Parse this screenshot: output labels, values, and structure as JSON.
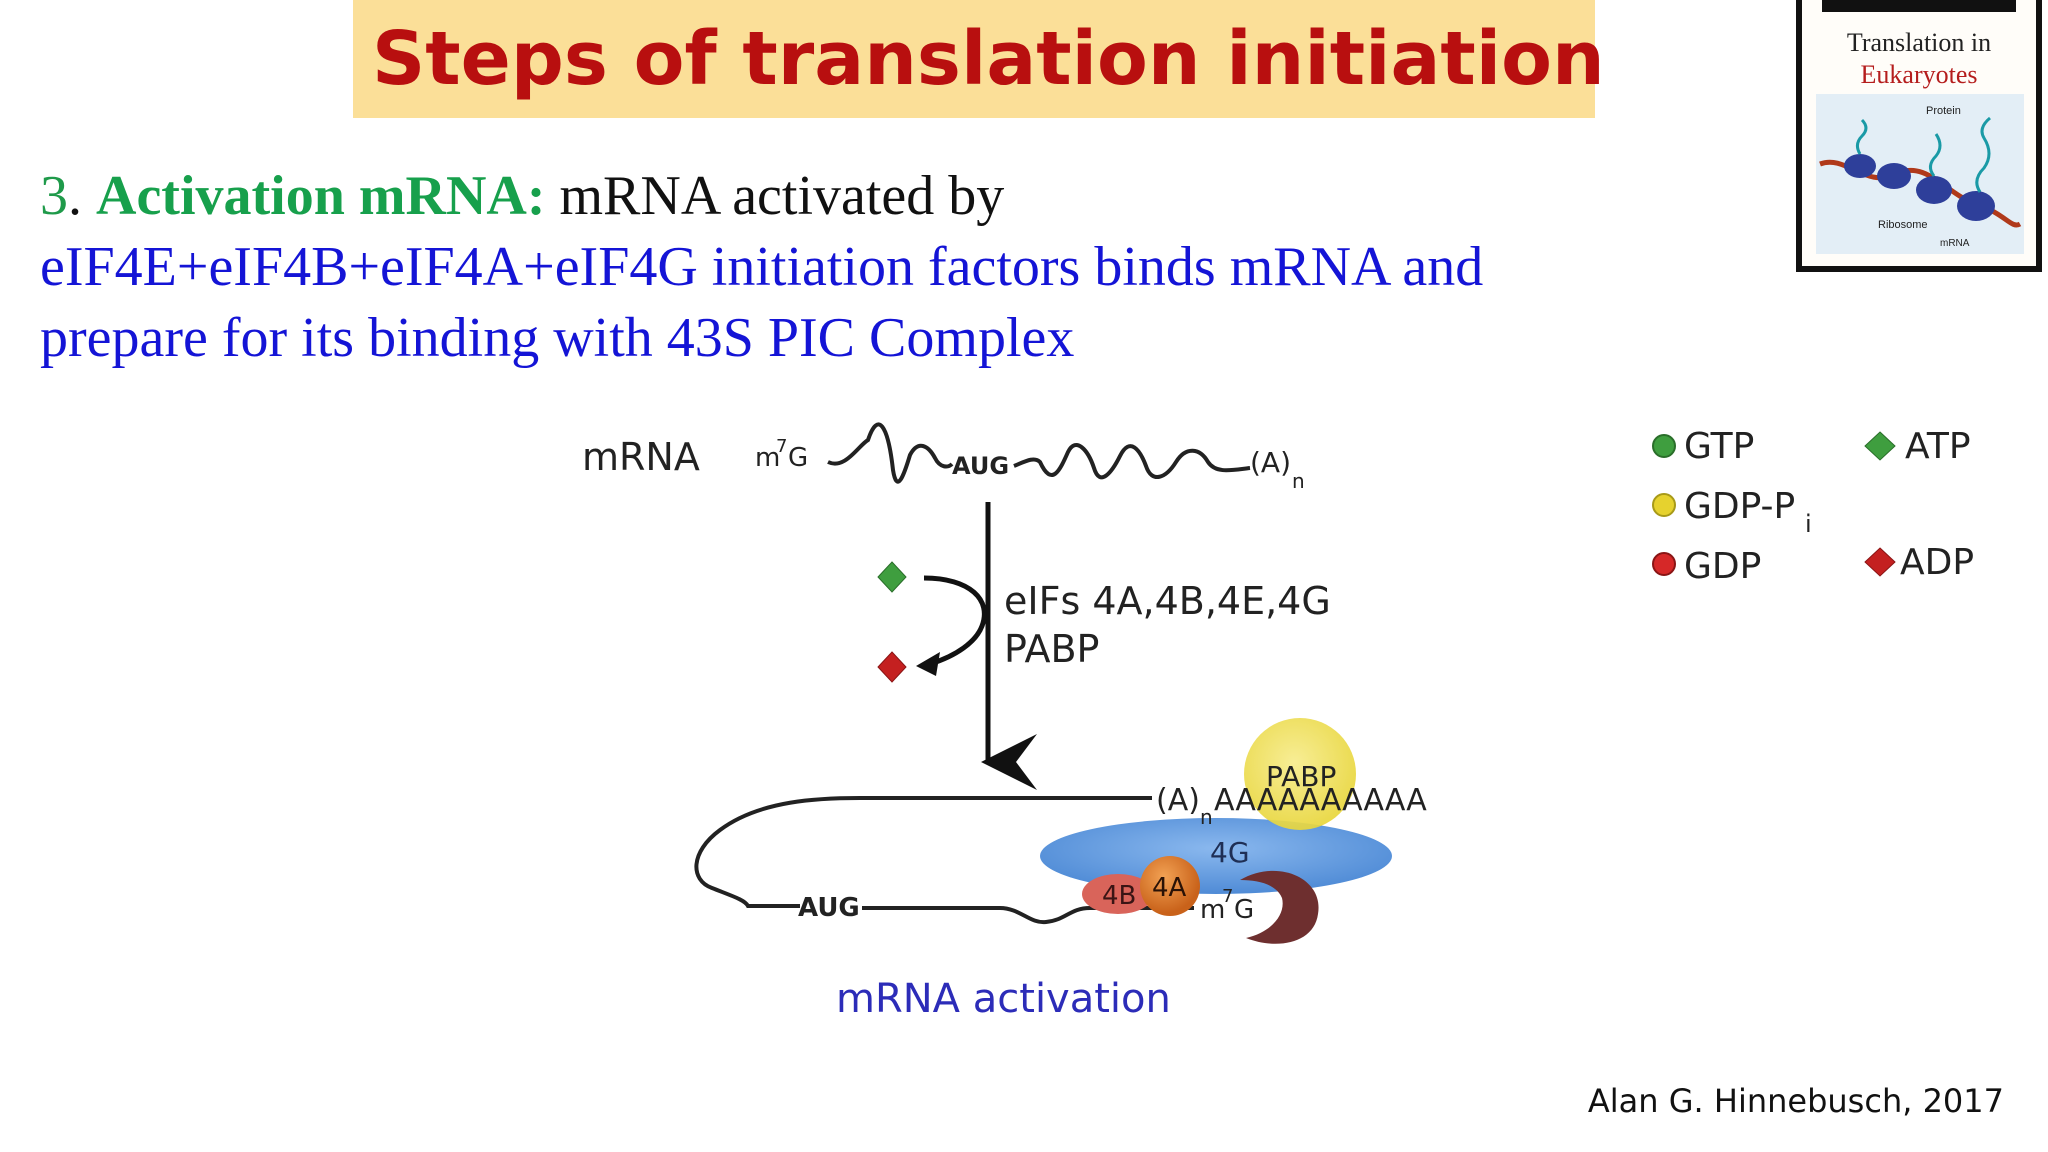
{
  "slide": {
    "title": "Steps of translation initiation",
    "step_number": "3",
    "step_dot": ".",
    "step_label": "Activation mRNA:",
    "step_text": "mRNA activated by",
    "line2": "eIF4E+eIF4B+eIF4A+eIF4G  initiation factors  binds mRNA and",
    "line3": "prepare for its binding with 43S PIC Complex",
    "credit": "Alan G. Hinnebusch, 2017"
  },
  "thumbnail": {
    "line1": "Translation in",
    "line2": "Eukaryotes",
    "label_protein": "Protein",
    "label_ribosome": "Ribosome",
    "label_mrna": "mRNA"
  },
  "diagram": {
    "mrna_label": "mRNA",
    "cap_m": "m",
    "cap_sup": "7",
    "cap_g": "G",
    "aug": "AUG",
    "tail": "(A)",
    "tail_sub": "n",
    "factors_line1": "eIFs 4A,4B,4E,4G",
    "factors_line2": "PABP",
    "complex_tail": "(A)",
    "complex_tail_sub": "n",
    "complex_tail_a": "AAAAAAAAAA",
    "pabp": "PABP",
    "f4g": "4G",
    "f4a": "4A",
    "f4b": "4B",
    "complex_aug": "AUG",
    "complex_cap_m": "m",
    "complex_cap_sup": "7",
    "complex_cap_g": "G",
    "caption": "mRNA activation"
  },
  "legend": {
    "items": [
      {
        "label": "GTP",
        "sub": "",
        "color": "#3f9e3f",
        "shape": "circle"
      },
      {
        "label": "ATP",
        "sub": "",
        "color": "#3f9e3f",
        "shape": "diamond"
      },
      {
        "label": "GDP-P",
        "sub": "i",
        "color": "#e6d22e",
        "shape": "circle"
      },
      {
        "label": "GDP",
        "sub": "",
        "color": "#d62828",
        "shape": "circle"
      },
      {
        "label": "ADP",
        "sub": "",
        "color": "#c42020",
        "shape": "diamond"
      }
    ]
  },
  "colors": {
    "title_bg": "#fbdf98",
    "title_text": "#b80f0f",
    "green": "#17a04c",
    "blue": "#1414d6",
    "caption_blue": "#2c2cb8",
    "eif4g_blue": "#5e9ae0",
    "pabp_yellow": "#f0dc4a",
    "eif4a_orange": "#e07a1e",
    "eif4b_salmon": "#d9645a",
    "eif4e_brown": "#6e2f2f"
  }
}
